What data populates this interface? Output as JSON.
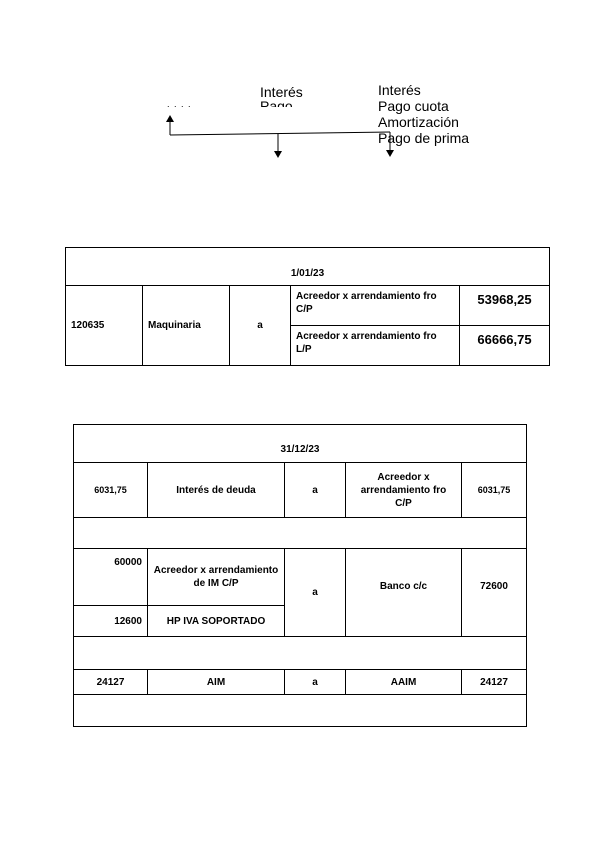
{
  "diagram": {
    "mid_line1": "Interés",
    "mid_line2": "Pago",
    "dots": ". . . .",
    "right_lines": [
      "Interés",
      "Pago cuota",
      "Amortización",
      "Pago de prima"
    ]
  },
  "entry1": {
    "date": "1/01/23",
    "debit_amount": "120635",
    "debit_account": "Maquinaria",
    "connector": "a",
    "credits": [
      {
        "account": "Acreedor x arrendamiento fro C/P",
        "amount": "53968,25"
      },
      {
        "account": "Acreedor x arrendamiento fro L/P",
        "amount": "66666,75"
      }
    ]
  },
  "entry2": {
    "date": "31/12/23",
    "row1": {
      "debit_amount": "6031,75",
      "debit_account": "Interés de deuda",
      "connector": "a",
      "credit_account": "Acreedor x arrendamiento fro C/P",
      "credit_amount": "6031,75"
    },
    "row2": {
      "debit_amount": "60000",
      "debit_account": "Acreedor x arrendamiento de IM C/P",
      "connector": "a",
      "credit_account": "Banco c/c",
      "credit_amount": "72600"
    },
    "row3": {
      "debit_amount": "12600",
      "debit_account": "HP IVA SOPORTADO"
    },
    "row4": {
      "debit_amount": "24127",
      "debit_account": "AIM",
      "connector": "a",
      "credit_account": "AAIM",
      "credit_amount": "24127"
    }
  }
}
